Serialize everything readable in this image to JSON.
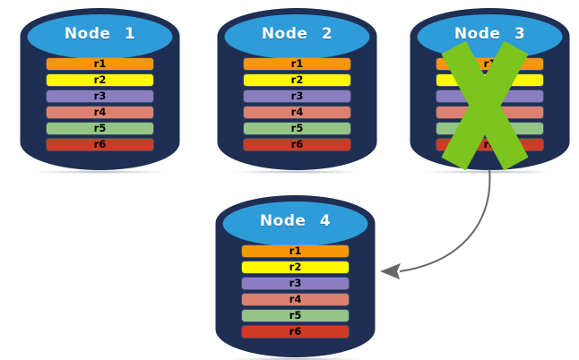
{
  "diagram": {
    "colors": {
      "background": "#FFFFFF",
      "cylinder_body": "#1F2E53",
      "cylinder_top": "#2E9CD9",
      "node_label_text": "#FFFFFF",
      "row_label_text": "#000000",
      "failure_x": "#7CC41E",
      "arrow": "#666666"
    },
    "nodes": [
      {
        "label": "Node 1",
        "failed": false,
        "rows": [
          {
            "label": "r1",
            "color": "#F79708"
          },
          {
            "label": "r2",
            "color": "#FCF802"
          },
          {
            "label": "r3",
            "color": "#8B7EC0"
          },
          {
            "label": "r4",
            "color": "#DC8170"
          },
          {
            "label": "r5",
            "color": "#95C586"
          },
          {
            "label": "r6",
            "color": "#CE3B24"
          }
        ]
      },
      {
        "label": "Node 2",
        "failed": false,
        "rows": [
          {
            "label": "r1",
            "color": "#F79708"
          },
          {
            "label": "r2",
            "color": "#FCF802"
          },
          {
            "label": "r3",
            "color": "#8B7EC0"
          },
          {
            "label": "r4",
            "color": "#DC8170"
          },
          {
            "label": "r5",
            "color": "#95C586"
          },
          {
            "label": "r6",
            "color": "#CE3B24"
          }
        ]
      },
      {
        "label": "Node 3",
        "failed": true,
        "rows": [
          {
            "label": "r1",
            "color": "#F79708"
          },
          {
            "label": "r2",
            "color": "#FCF802"
          },
          {
            "label": "r3",
            "color": "#8B7EC0"
          },
          {
            "label": "r4",
            "color": "#DC8170"
          },
          {
            "label": "r5",
            "color": "#95C586"
          },
          {
            "label": "r6",
            "color": "#CE3B24"
          }
        ]
      },
      {
        "label": "Node 4",
        "failed": false,
        "rows": [
          {
            "label": "r1",
            "color": "#F79708"
          },
          {
            "label": "r2",
            "color": "#FCF802"
          },
          {
            "label": "r3",
            "color": "#8B7EC0"
          },
          {
            "label": "r4",
            "color": "#DC8170"
          },
          {
            "label": "r5",
            "color": "#95C586"
          },
          {
            "label": "r6",
            "color": "#CE3B24"
          }
        ]
      }
    ],
    "arrow": {
      "from": "Node 3",
      "to": "Node 4"
    }
  }
}
